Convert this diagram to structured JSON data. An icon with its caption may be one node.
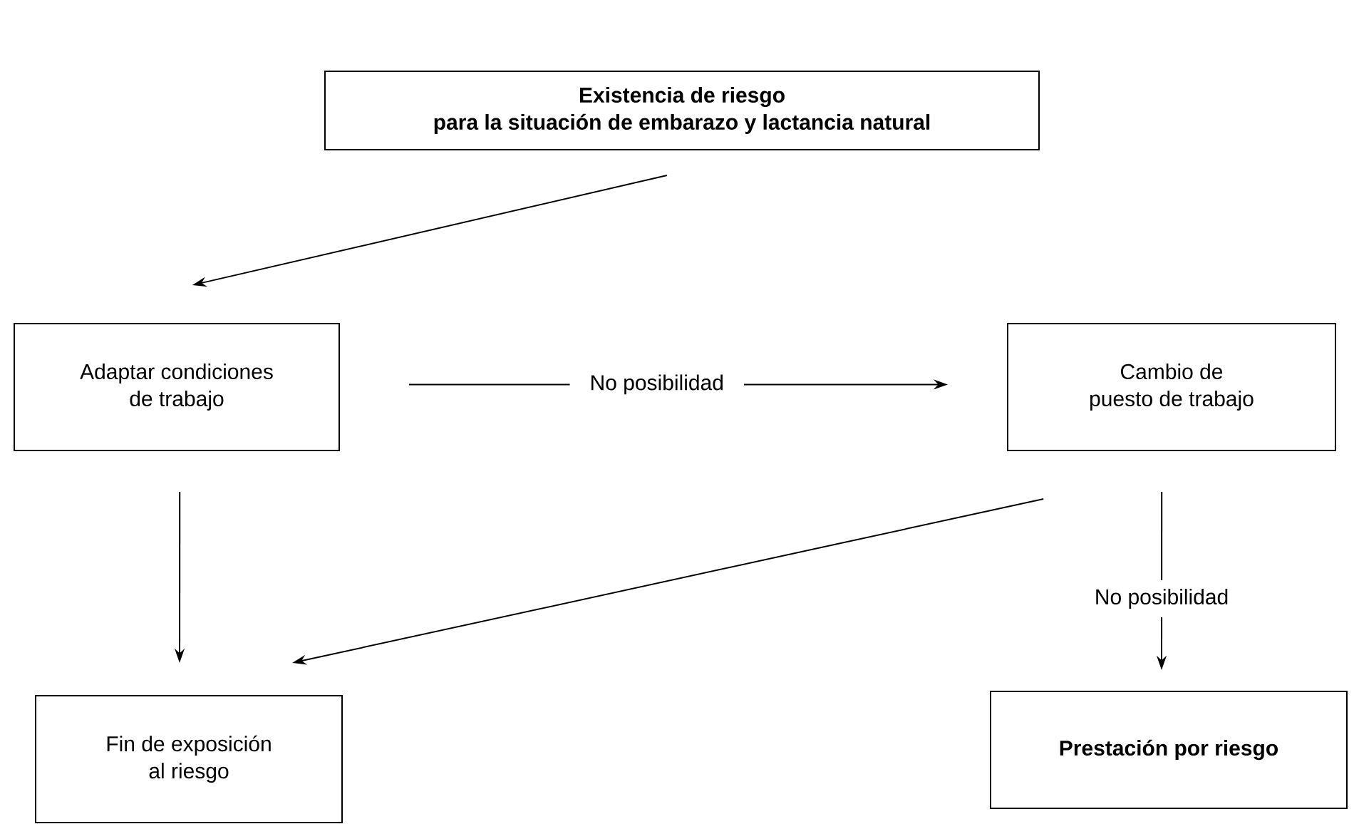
{
  "diagram": {
    "nodes": [
      {
        "text": [
          "Existencia de riesgo para la situación de embarazo y lactancia natural"
        ]
      },
      {
        "text": [
          "Adaptar condiciones de trabajo"
        ]
      },
      {
        "text": [
          "Cambio de puesto de trabajo"
        ]
      },
      {
        "text": [
          "Fin de exposición al riesgo"
        ]
      },
      {
        "text": [
          "Prestación por riesgo"
        ]
      }
    ],
    "edges": [
      {
        "from": 0,
        "to": 1,
        "arrow": "to"
      },
      {
        "from": 1,
        "to": 2,
        "arrow": "to",
        "label": "No posibilidad"
      },
      {
        "from": 1,
        "to": 3,
        "arrow": "to"
      },
      {
        "from": 2,
        "to": 3,
        "arrow": "to"
      },
      {
        "from": 2,
        "to": 4,
        "arrow": "to",
        "label": "No posibilidad"
      }
    ]
  }
}
